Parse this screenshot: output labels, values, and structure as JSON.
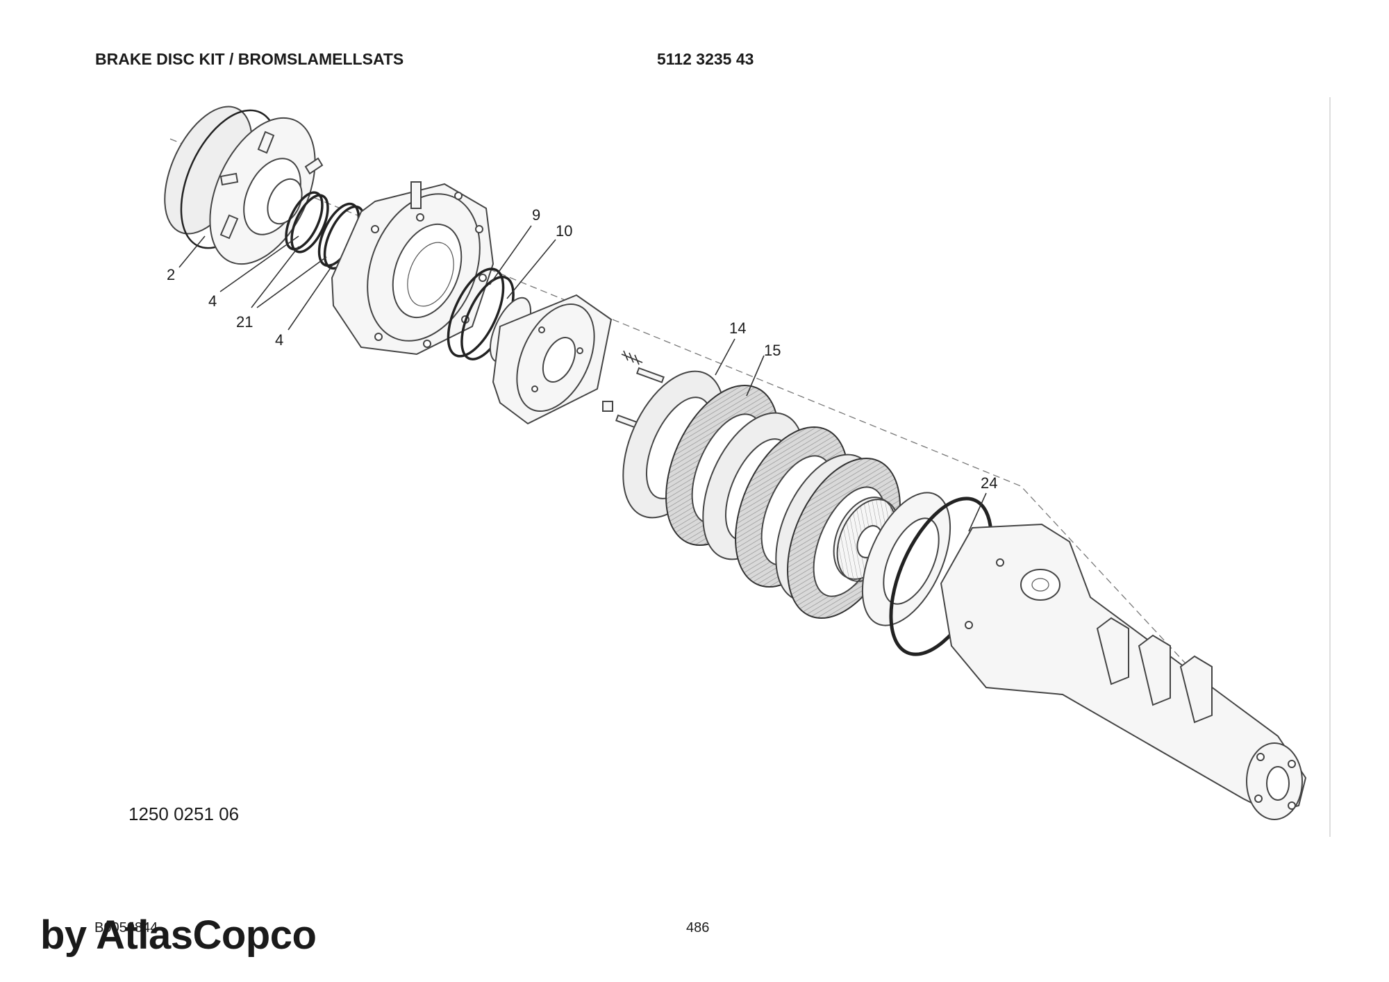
{
  "header": {
    "title": "BRAKE DISC KIT / BROMSLAMELLSATS",
    "part_number": "5112 3235 43"
  },
  "callouts": {
    "c2": "2",
    "c4a": "4",
    "c21": "21",
    "c4b": "4",
    "c9": "9",
    "c10": "10",
    "c14": "14",
    "c15": "15",
    "c24": "24"
  },
  "figure_number": "1250 0251 06",
  "footer": {
    "drawing_code": "B0050844",
    "page_number": "486",
    "watermark": "by AtlasCopco"
  }
}
